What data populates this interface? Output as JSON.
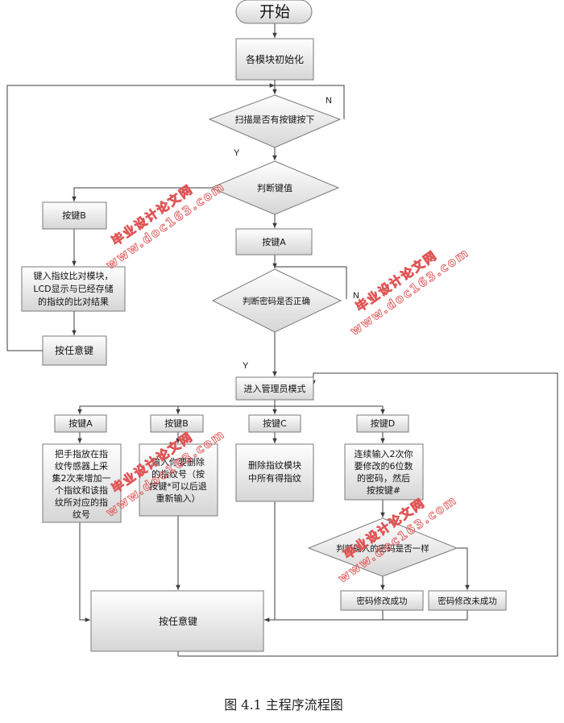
{
  "flowchart": {
    "start": "开始",
    "init": "各模块初始化",
    "scan": "扫描是否有按键按下",
    "judge_key": "判断键值",
    "key_b_left": "按键B",
    "verify_lines": [
      "键入指纹比对模块，",
      "LCD显示与已经存储",
      "的指纹的比对结果"
    ],
    "any_key_left": "按任意键",
    "key_a": "按键A",
    "judge_pwd": "判断密码是否正确",
    "admin_mode": "进入管理员模式",
    "sub_key_a": "按键A",
    "sub_key_b": "按键B",
    "sub_key_c": "按键C",
    "sub_key_d": "按键D",
    "add_lines": [
      "把手指放在指",
      "纹传感器上采",
      "集2次来增加一",
      "个指纹和该指",
      "纹所对应的指",
      "纹号"
    ],
    "del_one_lines": [
      "输入你要删除",
      "的指纹号（按",
      "按键*可以后退",
      "重新输入）"
    ],
    "del_all_lines": [
      "删除指纹模块",
      "中所有得指纹"
    ],
    "change_pwd_lines": [
      "连续输入2次你",
      "要修改的6位数",
      "的密码，然后",
      "按按键#"
    ],
    "judge_same": "判断输入的密码是否一样",
    "pwd_ok": "密码修改成功",
    "pwd_fail": "密码修改未成功",
    "any_key_main": "按任意键",
    "label_n1": "N",
    "label_y1": "Y",
    "label_n2": "N",
    "label_y2": "Y"
  },
  "watermarks": [
    {
      "line1": "毕业设计论文网",
      "line2": "www.doc163.com"
    },
    {
      "line1": "毕业设计论文网",
      "line2": "www.doc163.com"
    },
    {
      "line1": "毕业设计论文网",
      "line2": "www.doc163.com"
    },
    {
      "line1": "毕业设计论文网",
      "line2": "www.doc163.com"
    }
  ],
  "caption": "图 4.1 主程序流程图"
}
